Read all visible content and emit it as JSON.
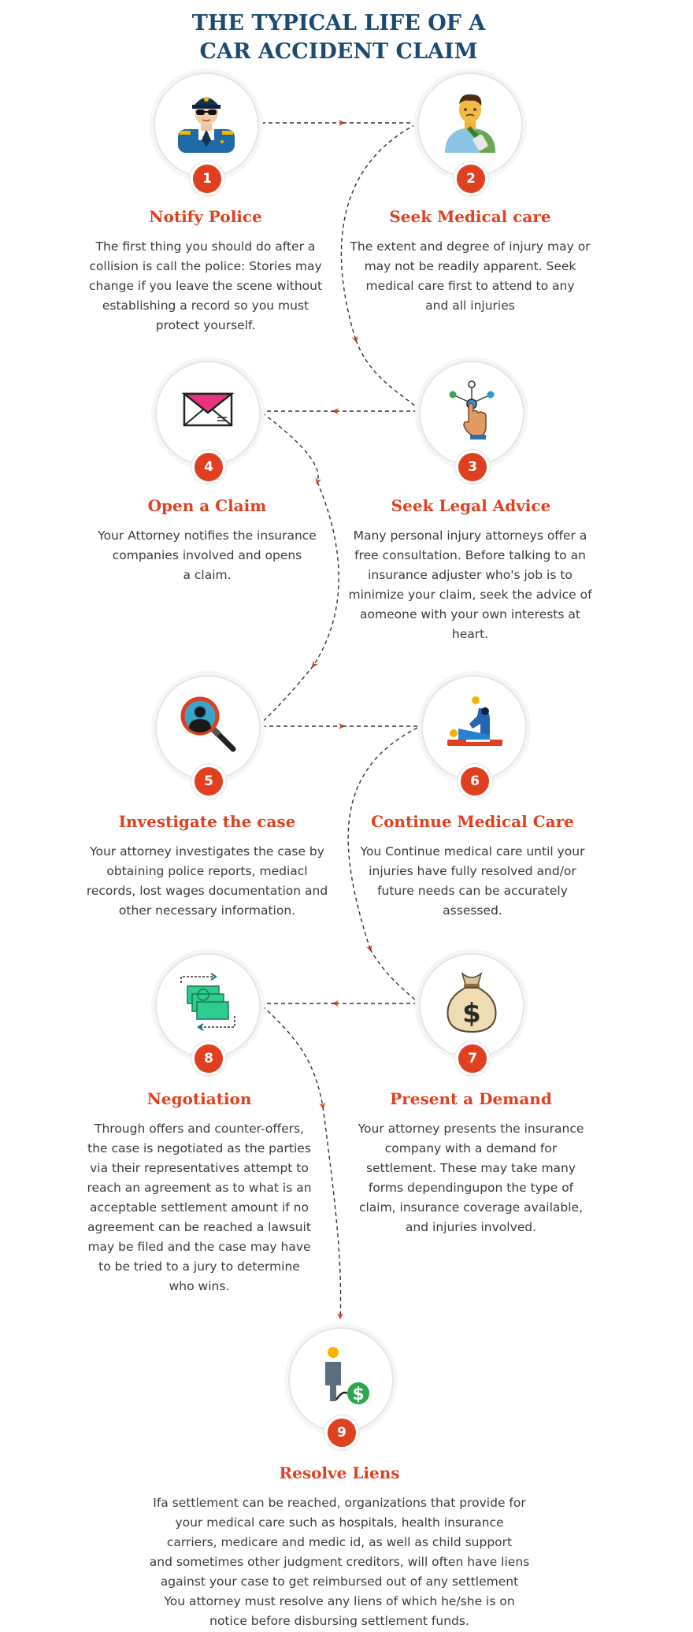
{
  "title": {
    "line1": "THE TYPICAL LIFE OF A",
    "line2": "CAR ACCIDENT CLAIM"
  },
  "colors": {
    "accent": "#e0401f",
    "title": "#1d4a72",
    "body_text": "#3a3a3a"
  },
  "steps": [
    {
      "number": "1",
      "heading": "Notify Police",
      "icon": "police-officer-icon",
      "lines": [
        "The first thing you should do after a",
        "collision is call the police: Stories may",
        "change if you leave the scene without",
        "establishing a record so you must",
        "protect yourself."
      ]
    },
    {
      "number": "2",
      "heading": "Seek Medical care",
      "icon": "injured-person-icon",
      "lines": [
        "The extent and degree of injury may or",
        "may not be readily apparent. Seek",
        "medical care first to attend to any",
        "and all injuries"
      ]
    },
    {
      "number": "3",
      "heading": "Seek Legal Advice",
      "icon": "hand-network-icon",
      "lines": [
        "Many personal injury attorneys offer a",
        "free consultation. Before talking to an",
        "insurance adjuster who's job is to",
        "minimize your claim, seek the advice of",
        "aomeone with your own interests at",
        "heart."
      ]
    },
    {
      "number": "4",
      "heading": "Open a Claim",
      "icon": "envelope-icon",
      "lines": [
        "Your Attorney notifies the insurance",
        "companies involved and opens",
        "a claim."
      ]
    },
    {
      "number": "5",
      "heading": "Investigate the case",
      "icon": "magnifier-person-icon",
      "lines": [
        "Your attorney investigates the case by",
        "obtaining  police reports, mediacl",
        "records, lost wages documentation and",
        "other necessary information."
      ]
    },
    {
      "number": "6",
      "heading": "Continue Medical Care",
      "icon": "physiotherapy-icon",
      "lines": [
        "You Continue medical care until your",
        "injuries have fully resolved and/or",
        "future needs can be accurately",
        "assessed."
      ]
    },
    {
      "number": "7",
      "heading": "Present a Demand",
      "icon": "money-bag-icon",
      "lines": [
        "Your attorney presents the insurance",
        "company with a demand for",
        "settlement. These may take many",
        "forms dependingupon the type of",
        "claim, insurance coverage available,",
        "and injuries involved."
      ]
    },
    {
      "number": "8",
      "heading": "Negotiation",
      "icon": "money-exchange-icon",
      "lines": [
        "Through offers and counter-offers,",
        "the case is negotiated as the parties",
        "via their representatives attempt to",
        "reach an agreement as to what is an",
        "acceptable settlement amount if no",
        "agreement can be reached a lawsuit",
        "may be filed and the case may have",
        "to be tried to a jury to determine",
        "who wins."
      ]
    },
    {
      "number": "9",
      "heading": "Resolve Liens",
      "icon": "person-chained-dollar-icon",
      "lines": [
        "Ifa settlement can be reached, organizations that provide for",
        "your medical care such as hospitals, health  insurance",
        "carriers, medicare and medic id, as well as child support",
        "and sometimes other judgment creditors, will often have liens",
        "against your case to get reimbursed out of any settlement",
        "You attorney must resolve any liens of which he/she is on",
        "notice before disbursing settlement funds."
      ]
    }
  ]
}
